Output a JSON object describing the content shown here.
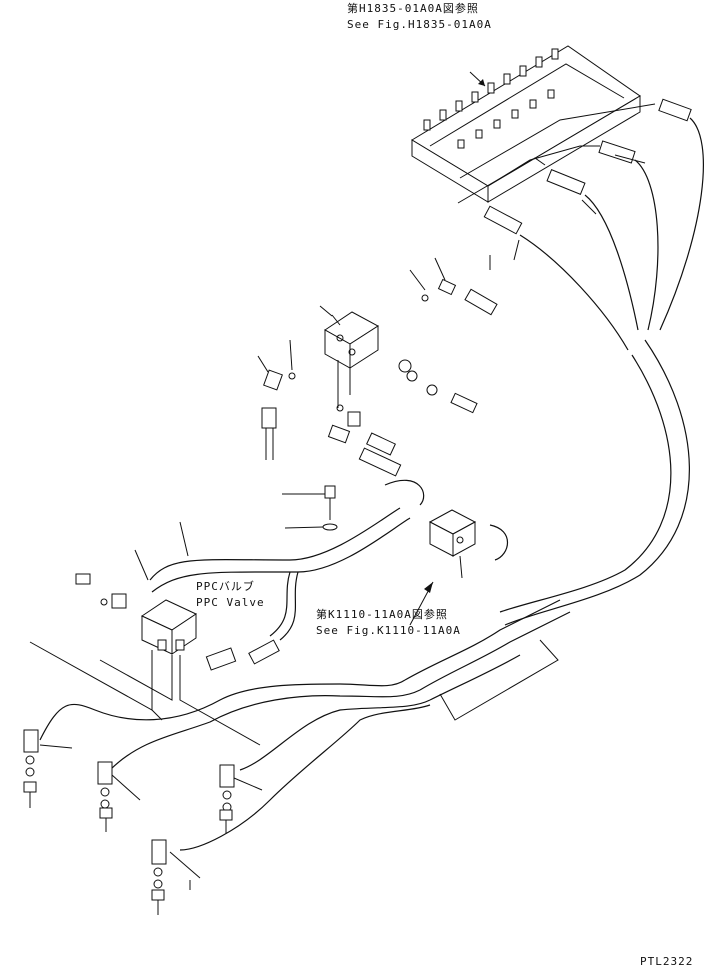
{
  "references": {
    "top_ref_jp": "第H1835-01A0A図参照",
    "top_ref_en": "See Fig.H1835-01A0A",
    "mid_ref_jp": "第K1110-11A0A図参照",
    "mid_ref_en": "See Fig.K1110-11A0A"
  },
  "components": {
    "ppc_valve_jp": "PPCバルブ",
    "ppc_valve_en": "PPC Valve"
  },
  "drawing_code": "PTL2322"
}
